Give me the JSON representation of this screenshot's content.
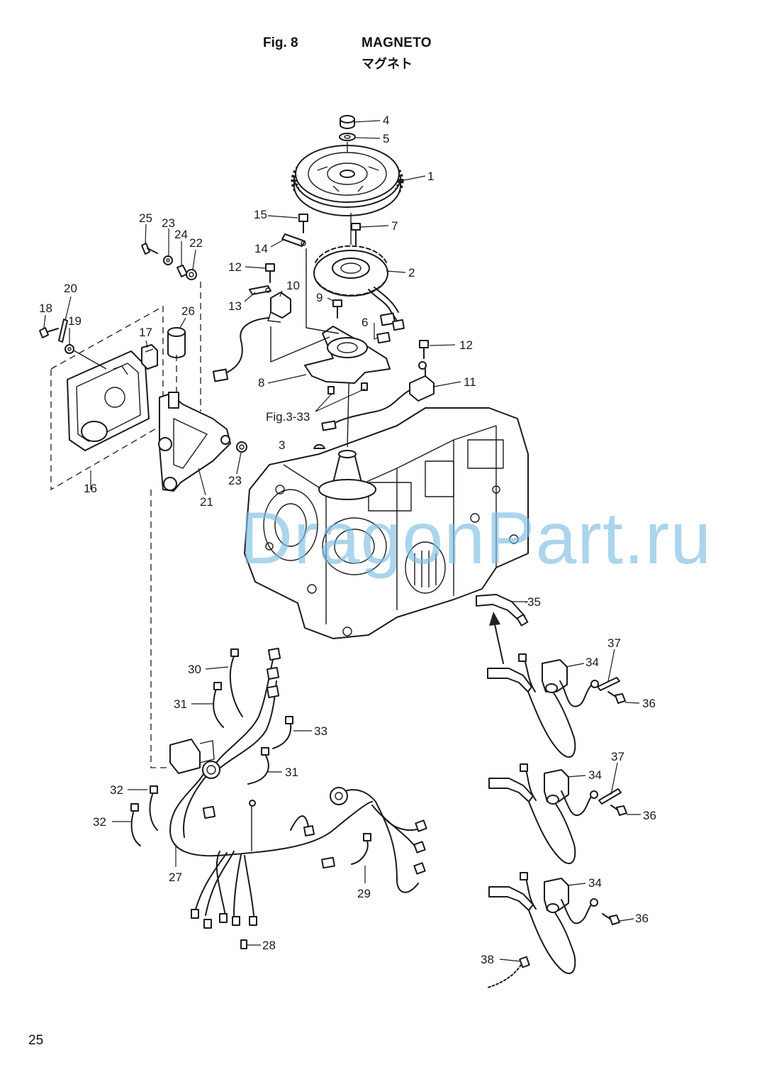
{
  "header": {
    "figure_number": "Fig. 8",
    "title_en": "MAGNETO",
    "title_jp": "マグネト"
  },
  "page_number": "25",
  "watermark": "DragonPart.ru",
  "cross_reference": "Fig.3-33",
  "callouts": [
    {
      "key": "c1",
      "label": "1"
    },
    {
      "key": "c2",
      "label": "2"
    },
    {
      "key": "c3",
      "label": "3"
    },
    {
      "key": "c4",
      "label": "4"
    },
    {
      "key": "c5",
      "label": "5"
    },
    {
      "key": "c6",
      "label": "6"
    },
    {
      "key": "c7",
      "label": "7"
    },
    {
      "key": "c8",
      "label": "8"
    },
    {
      "key": "c9",
      "label": "9"
    },
    {
      "key": "c10",
      "label": "10"
    },
    {
      "key": "c11",
      "label": "11"
    },
    {
      "key": "c12a",
      "label": "12"
    },
    {
      "key": "c12b",
      "label": "12"
    },
    {
      "key": "c13",
      "label": "13"
    },
    {
      "key": "c14",
      "label": "14"
    },
    {
      "key": "c15",
      "label": "15"
    },
    {
      "key": "c16",
      "label": "16"
    },
    {
      "key": "c17",
      "label": "17"
    },
    {
      "key": "c18",
      "label": "18"
    },
    {
      "key": "c19",
      "label": "19"
    },
    {
      "key": "c20",
      "label": "20"
    },
    {
      "key": "c21",
      "label": "21"
    },
    {
      "key": "c22",
      "label": "22"
    },
    {
      "key": "c23a",
      "label": "23"
    },
    {
      "key": "c23b",
      "label": "23"
    },
    {
      "key": "c24",
      "label": "24"
    },
    {
      "key": "c25",
      "label": "25"
    },
    {
      "key": "c26",
      "label": "26"
    },
    {
      "key": "c27",
      "label": "27"
    },
    {
      "key": "c28",
      "label": "28"
    },
    {
      "key": "c29",
      "label": "29"
    },
    {
      "key": "c30",
      "label": "30"
    },
    {
      "key": "c31a",
      "label": "31"
    },
    {
      "key": "c31b",
      "label": "31"
    },
    {
      "key": "c32a",
      "label": "32"
    },
    {
      "key": "c32b",
      "label": "32"
    },
    {
      "key": "c33",
      "label": "33"
    },
    {
      "key": "c34a",
      "label": "34"
    },
    {
      "key": "c34b",
      "label": "34"
    },
    {
      "key": "c34c",
      "label": "34"
    },
    {
      "key": "c35",
      "label": "35"
    },
    {
      "key": "c36a",
      "label": "36"
    },
    {
      "key": "c36b",
      "label": "36"
    },
    {
      "key": "c36c",
      "label": "36"
    },
    {
      "key": "c37a",
      "label": "37"
    },
    {
      "key": "c37b",
      "label": "37"
    },
    {
      "key": "c38",
      "label": "38"
    }
  ]
}
